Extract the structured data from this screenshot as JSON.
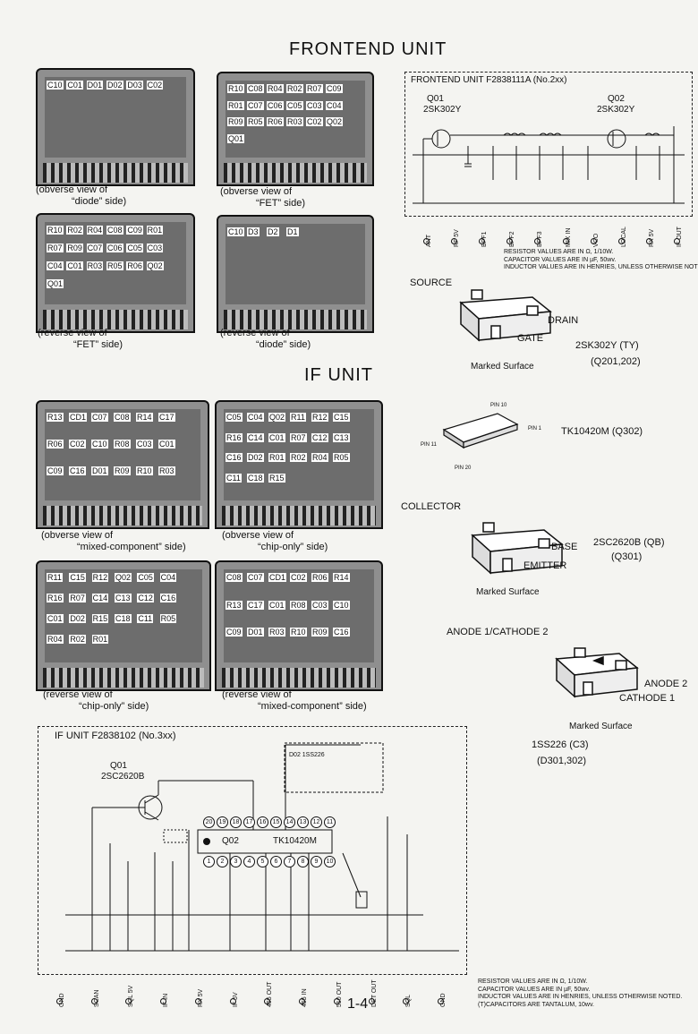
{
  "frontend": {
    "title": "FRONTEND UNIT",
    "boards": [
      {
        "line1": "obverse view of",
        "line2": "“diode” side",
        "labels": [
          "C10",
          "C01",
          "D01",
          "D02",
          "D03",
          "C02"
        ]
      },
      {
        "line1": "obverse view of",
        "line2": "“FET” side",
        "labels": [
          "R10",
          "C08",
          "R04",
          "R02",
          "R07",
          "C09",
          "R01",
          "C07",
          "C06",
          "C05",
          "C03",
          "C04",
          "R09",
          "R05",
          "R06",
          "R03",
          "C02",
          "Q02",
          "Q01"
        ]
      },
      {
        "line1": "reverse view of",
        "line2": "“FET” side",
        "labels": [
          "R10",
          "R02",
          "R04",
          "C08",
          "C09",
          "R01",
          "R07",
          "R09",
          "C07",
          "C06",
          "C05",
          "C03",
          "C04",
          "C01",
          "R03",
          "R05",
          "R06",
          "Q02",
          "Q01"
        ]
      },
      {
        "line1": "reverse view of",
        "line2": "“diode” side",
        "labels": [
          "C10",
          "D3",
          "D2",
          "D1"
        ]
      }
    ],
    "schematic": {
      "title": "FRONTEND UNIT F2838111A (No.2xx)",
      "q01": "Q01",
      "q01_part": "2SK302Y",
      "q02": "Q02",
      "q02_part": "2SK302Y",
      "terminals": [
        "ANT",
        "RF 5V",
        "BPF1",
        "BPF2",
        "BPF3",
        "MIX IN",
        "VCO",
        "LOCAL",
        "RX 5V",
        "IF OUT"
      ],
      "notes": [
        "RESISTOR VALUES ARE IN Ω, 1/10W.",
        "CAPACITOR VALUES ARE IN µF, 50wv.",
        "INDUCTOR VALUES ARE IN HENRIES, UNLESS OTHERWISE NOTED."
      ]
    }
  },
  "if_unit": {
    "title": "IF UNIT",
    "boards": [
      {
        "line1": "obverse view of",
        "line2": "“mixed-component” side",
        "labels": [
          "R13",
          "CD1",
          "C07",
          "C08",
          "R14",
          "C17",
          "R06",
          "C02",
          "C10",
          "R08",
          "C03",
          "C01",
          "C09",
          "C16",
          "D01",
          "R09",
          "R10",
          "R03"
        ]
      },
      {
        "line1": "obverse view of",
        "line2": "“chip-only” side",
        "labels": [
          "C05",
          "C04",
          "Q02",
          "R11",
          "R12",
          "C15",
          "R16",
          "C14",
          "C01",
          "R07",
          "C12",
          "C13",
          "C16",
          "D02",
          "R01",
          "R02",
          "R04",
          "R05",
          "C11",
          "C18",
          "R15"
        ]
      },
      {
        "line1": "reverse view of",
        "line2": "“chip-only” side",
        "labels": [
          "R11",
          "C15",
          "R12",
          "Q02",
          "C05",
          "C04",
          "R16",
          "R07",
          "C14",
          "C13",
          "C12",
          "C16",
          "C01",
          "D02",
          "R15",
          "C18",
          "C11",
          "R05",
          "R04",
          "R02",
          "R01"
        ]
      },
      {
        "line1": "reverse view of",
        "line2": "“mixed-component” side",
        "labels": [
          "C08",
          "C07",
          "CD1",
          "C02",
          "R06",
          "R14",
          "R13",
          "C17",
          "C01",
          "R08",
          "C03",
          "C10",
          "C09",
          "D01",
          "R03",
          "R10",
          "R09",
          "C16"
        ]
      }
    ],
    "schematic": {
      "title": "IF UNIT F2838102 (No.3xx)",
      "q01": "Q01",
      "q01_part": "2SC2620B",
      "q02": "Q02",
      "ic": "TK10420M",
      "d02": "D02 1SS226",
      "terminals": [
        "GND",
        "SCAN",
        "SQL 5V",
        "IF IN",
        "RX 5V",
        "IF 5V",
        "455 OUT",
        "455 IN",
        "510 OUT",
        "DET OUT",
        "SQL",
        "GND"
      ],
      "pins_top": [
        "20",
        "19",
        "18",
        "17",
        "16",
        "15",
        "14",
        "13",
        "12",
        "11"
      ],
      "pins_bottom": [
        "1",
        "2",
        "3",
        "4",
        "5",
        "6",
        "7",
        "8",
        "9",
        "10"
      ],
      "notes": [
        "RESISTOR VALUES ARE IN Ω, 1/10W.",
        "CAPACITOR VALUES ARE IN µF, 50wv.",
        "INDUCTOR VALUES ARE IN HENRIES, UNLESS OTHERWISE NOTED.",
        "(T)CAPACITORS ARE TANTALUM, 10wv."
      ]
    }
  },
  "packages": {
    "fet": {
      "source": "SOURCE",
      "drain": "DRAIN",
      "gate": "GATE",
      "marked": "Marked Surface",
      "part": "2SK302Y (TY)",
      "ref": "(Q201,202)"
    },
    "ic": {
      "pin10": "PIN 10",
      "pin1": "PIN 1",
      "pin11": "PIN 11",
      "pin20": "PIN 20",
      "part": "TK10420M (Q302)"
    },
    "bjt": {
      "collector": "COLLECTOR",
      "base": "BASE",
      "emitter": "EMITTER",
      "marked": "Marked Surface",
      "part": "2SC2620B (QB)",
      "ref": "(Q301)"
    },
    "diode": {
      "anode1": "ANODE 1/CATHODE 2",
      "anode2": "ANODE 2",
      "cathode1": "CATHODE 1",
      "marked": "Marked Surface",
      "part": "1SS226 (C3)",
      "ref": "(D301,302)"
    }
  },
  "page_number": "1-4"
}
